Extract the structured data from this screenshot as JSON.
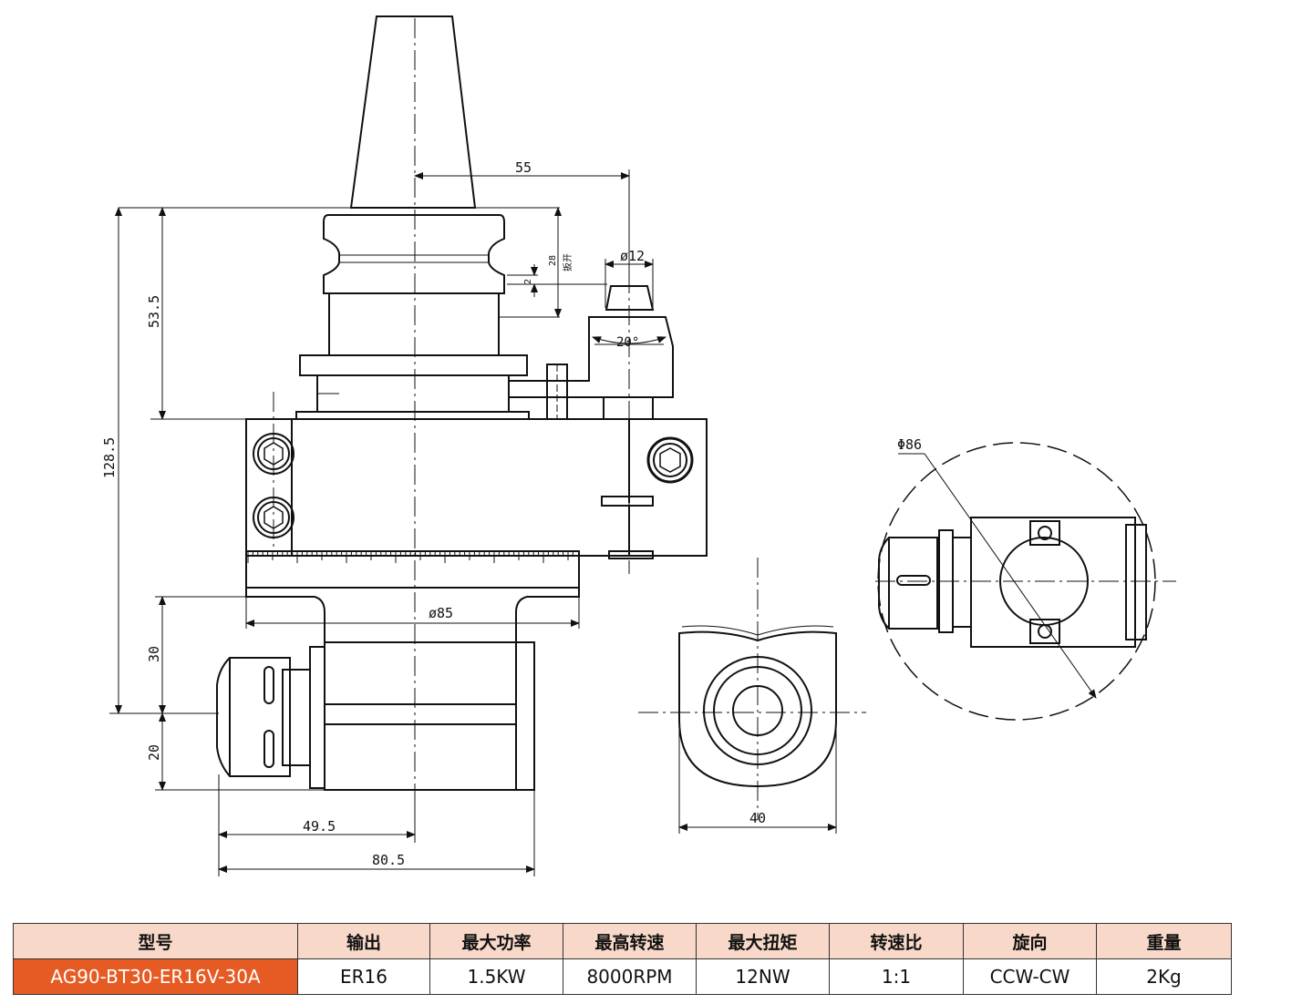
{
  "drawing": {
    "dimensions": {
      "d55": "55",
      "d53_5": "53.5",
      "d128_5": "128.5",
      "d30": "30",
      "d20": "20",
      "d49_5": "49.5",
      "d80_5": "80.5",
      "d85": "ø85",
      "d12": "ø12",
      "d28": "28",
      "wrench": "扳开",
      "d2": "2",
      "angle": "20°",
      "d40": "40",
      "d86": "Φ86"
    }
  },
  "spec_table": {
    "headers": [
      "型号",
      "输出",
      "最大功率",
      "最高转速",
      "最大扭矩",
      "转速比",
      "旋向",
      "重量"
    ],
    "row": [
      "AG90-BT30-ER16V-30A",
      "ER16",
      "1.5KW",
      "8000RPM",
      "12NW",
      "1:1",
      "CCW-CW",
      "2Kg"
    ],
    "colors": {
      "header_bg": "#f8d8c8",
      "model_bg": "#e55b23",
      "model_text": "#ffffff"
    }
  }
}
